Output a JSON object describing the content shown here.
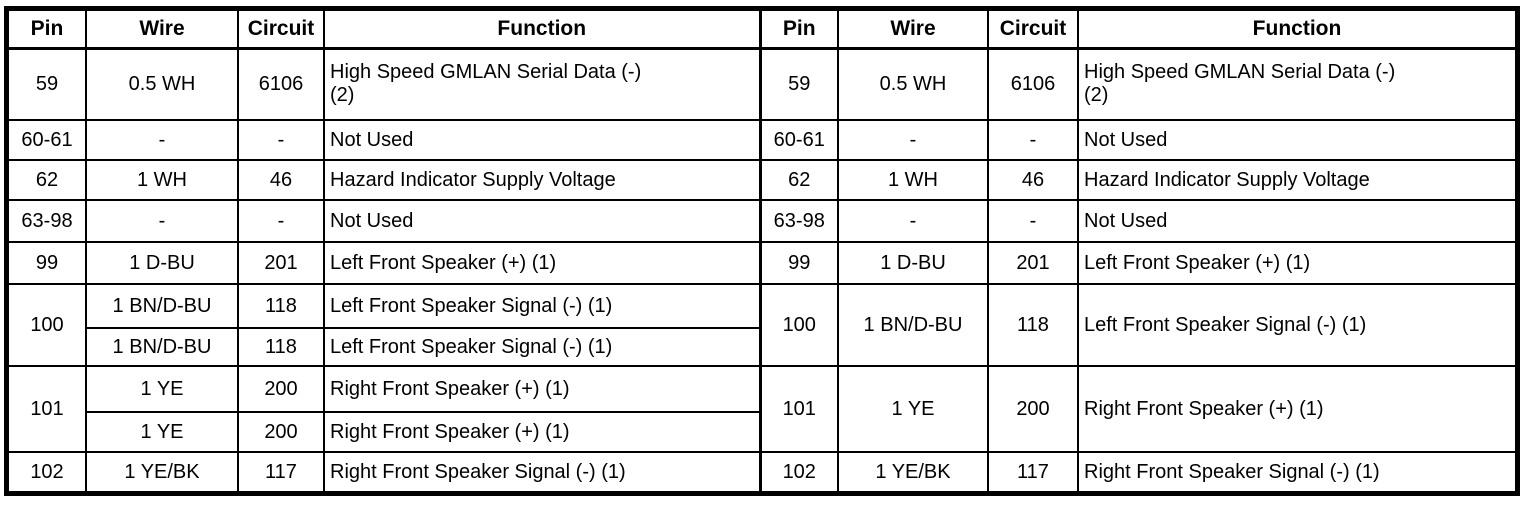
{
  "colors": {
    "border": "#000000",
    "background": "#ffffff",
    "text": "#000000"
  },
  "headers": {
    "pin": "Pin",
    "wire": "Wire",
    "circuit": "Circuit",
    "function": "Function"
  },
  "left": {
    "rows": [
      {
        "pin": "59",
        "wire": "0.5 WH",
        "circuit": "6106",
        "func": "High Speed GMLAN Serial Data (-) (2)"
      },
      {
        "pin": "60-61",
        "wire": "-",
        "circuit": "-",
        "func": "Not Used"
      },
      {
        "pin": "62",
        "wire": "1 WH",
        "circuit": "46",
        "func": "Hazard Indicator Supply Voltage"
      },
      {
        "pin": "63-98",
        "wire": "-",
        "circuit": "-",
        "func": "Not Used"
      },
      {
        "pin": "99",
        "wire": "1 D-BU",
        "circuit": "201",
        "func": "Left Front Speaker (+) (1)"
      },
      {
        "pin": "100",
        "sub": [
          {
            "wire": "1 BN/D-BU",
            "circuit": "118",
            "func": "Left Front Speaker Signal (-) (1)"
          },
          {
            "wire": "1 BN/D-BU",
            "circuit": "118",
            "func": "Left Front Speaker Signal (-) (1)"
          }
        ]
      },
      {
        "pin": "101",
        "sub": [
          {
            "wire": "1 YE",
            "circuit": "200",
            "func": "Right Front Speaker (+) (1)"
          },
          {
            "wire": "1 YE",
            "circuit": "200",
            "func": "Right Front Speaker (+) (1)"
          }
        ]
      },
      {
        "pin": "102",
        "wire": "1 YE/BK",
        "circuit": "117",
        "func": "Right Front Speaker Signal (-) (1)"
      }
    ]
  },
  "right": {
    "rows": [
      {
        "pin": "59",
        "wire": "0.5 WH",
        "circuit": "6106",
        "func": "High Speed GMLAN Serial Data (-) (2)"
      },
      {
        "pin": "60-61",
        "wire": "-",
        "circuit": "-",
        "func": "Not Used"
      },
      {
        "pin": "62",
        "wire": "1 WH",
        "circuit": "46",
        "func": "Hazard Indicator Supply Voltage"
      },
      {
        "pin": "63-98",
        "wire": "-",
        "circuit": "-",
        "func": "Not Used"
      },
      {
        "pin": "99",
        "wire": "1 D-BU",
        "circuit": "201",
        "func": "Left Front Speaker (+) (1)"
      },
      {
        "pin": "100",
        "wire": "1 BN/D-BU",
        "circuit": "118",
        "func": "Left Front Speaker Signal (-) (1)"
      },
      {
        "pin": "101",
        "wire": "1 YE",
        "circuit": "200",
        "func": "Right Front Speaker (+) (1)"
      },
      {
        "pin": "102",
        "wire": "1 YE/BK",
        "circuit": "117",
        "func": "Right Front Speaker Signal (-) (1)"
      }
    ]
  }
}
